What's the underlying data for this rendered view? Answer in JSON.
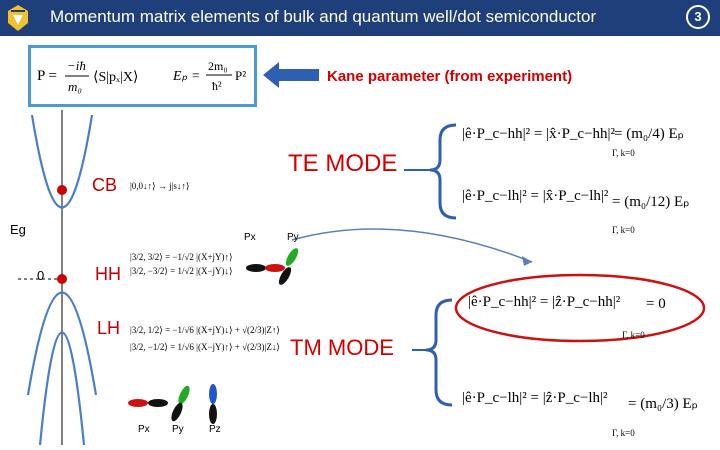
{
  "header": {
    "title": "Momentum matrix elements of bulk and quantum well/dot semiconductor",
    "slide_marker": "3"
  },
  "kane": {
    "label": "Kane parameter  (from experiment)",
    "formula_p": "P = −iħ/m₀ ⟨S|p_x|X⟩",
    "formula_ep": "Eₚ = 2m₀/ħ² P²"
  },
  "band_diagram": {
    "cb_label": "CB",
    "hh_label": "HH",
    "lh_label": "LH",
    "eg_label": "Eg",
    "zero_label": "0",
    "cb_ket": "|0,0↓↑⟩ → j|s↓↑⟩",
    "hh_ket_1": "|3/2, 3/2⟩ = −1/√2 |(X+jY)↑⟩",
    "hh_ket_2": "|3/2, −3/2⟩ = 1/√2 |(X−jY)↓⟩",
    "lh_ket_1": "|3/2, 1/2⟩ = −1/√6 |(X+jY)↓⟩ + √(2/3)|Z↑⟩",
    "lh_ket_2": "|3/2, −1/2⟩ = 1/√6 |(X−jY)↑⟩ + √(2/3)|Z↓⟩",
    "orbital_px": "Px",
    "orbital_py": "Py",
    "orbital_pz": "Pz"
  },
  "modes": {
    "te_label": "TE  MODE",
    "tm_label": "TM  MODE",
    "te_eq_1_lhs": "|ê·P_c−hh|² = |x̂·P_c−hh|²",
    "te_eq_1_sub": "Γ, k=0",
    "te_eq_1_rhs": "= (m₀/4) Eₚ",
    "te_eq_2_lhs": "|ê·P_c−lh|² = |x̂·P_c−lh|²",
    "te_eq_2_sub": "Γ, k=0",
    "te_eq_2_rhs": "= (m₀/12) Eₚ",
    "tm_eq_1_lhs": "|ê·P_c−hh|² = |ẑ·P_c−hh|²",
    "tm_eq_1_sub": "Γ, k=0",
    "tm_eq_1_rhs": "= 0",
    "tm_eq_2_lhs": "|ê·P_c−lh|² = |ẑ·P_c−lh|²",
    "tm_eq_2_sub": "Γ, k=0",
    "tm_eq_2_rhs": "= (m₀/3) Eₚ"
  },
  "colors": {
    "header_bg": "#1f3f7a",
    "accent_red": "#d40000",
    "box_blue": "#4a9ad8",
    "arrow_blue": "#2f5fb0"
  }
}
